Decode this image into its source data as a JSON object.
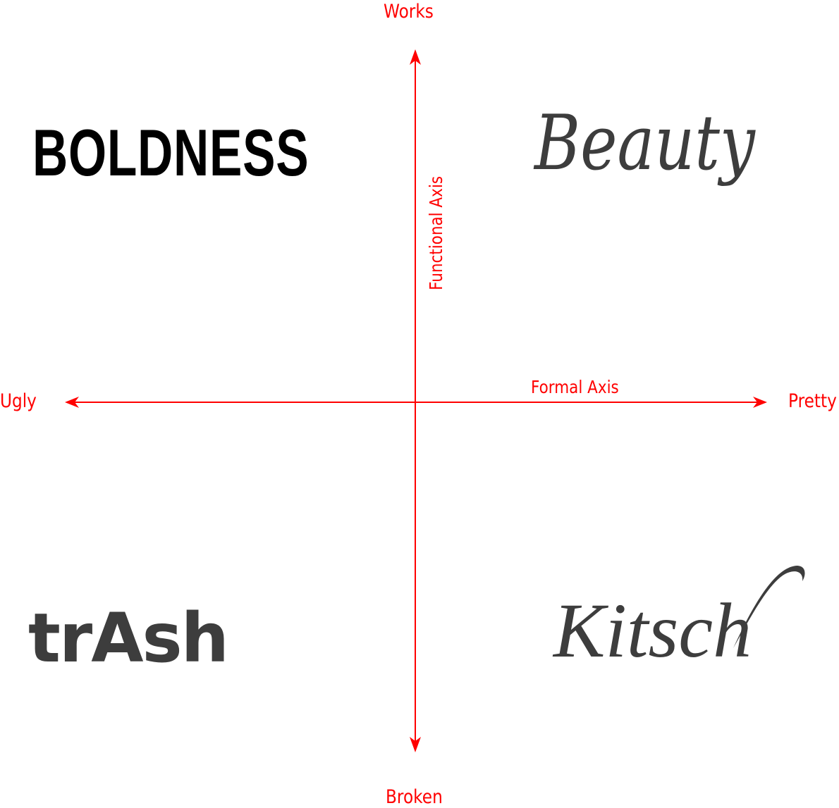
{
  "diagram": {
    "type": "quadrant-chart",
    "axis_color": "#ff0000",
    "word_color": "#3d3d3d",
    "axes": {
      "vertical": {
        "title": "Functional Axis",
        "top_label": "Works",
        "bottom_label": "Broken"
      },
      "horizontal": {
        "title": "Formal Axis",
        "left_label": "Ugly",
        "right_label": "Pretty"
      }
    },
    "quadrants": {
      "top_left": "BOLDNESS",
      "top_right": "Beauty",
      "bottom_left": "trAsh",
      "bottom_right": "Kitsch"
    }
  }
}
